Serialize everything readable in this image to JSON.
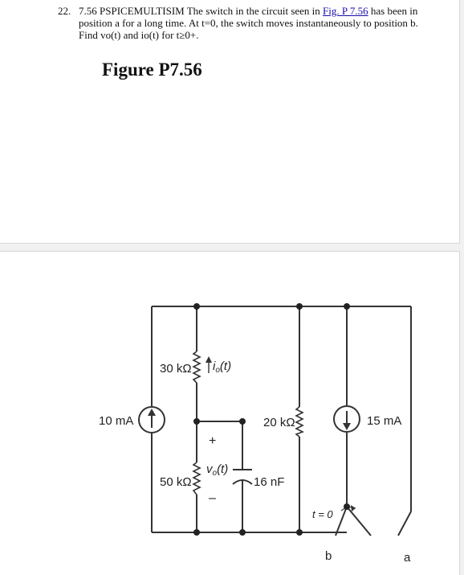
{
  "problem": {
    "number": "22.",
    "text_before_link": "7.56 PSPICEMULTISIM The switch in the circuit seen in ",
    "link_text": "Fig. P 7.56",
    "text_after_link": " has been in position a for a long time. At t=0, the switch moves instantaneously to position b. Find vo(t) and io(t) for t≥0+."
  },
  "figure": {
    "title": "Figure P7.56",
    "labels": {
      "source_left": "10 mA",
      "r30": "30 kΩ",
      "io": "i",
      "io_sub": "o",
      "io_arg": "(t)",
      "r20": "20 kΩ",
      "source_right": "15 mA",
      "r50": "50 kΩ",
      "plus": "+",
      "minus": "–",
      "vo": "v",
      "vo_sub": "o",
      "vo_arg": "(t)",
      "cap": "16 nF",
      "switch_time": "t = 0",
      "pos_b": "b",
      "pos_a": "a"
    }
  }
}
